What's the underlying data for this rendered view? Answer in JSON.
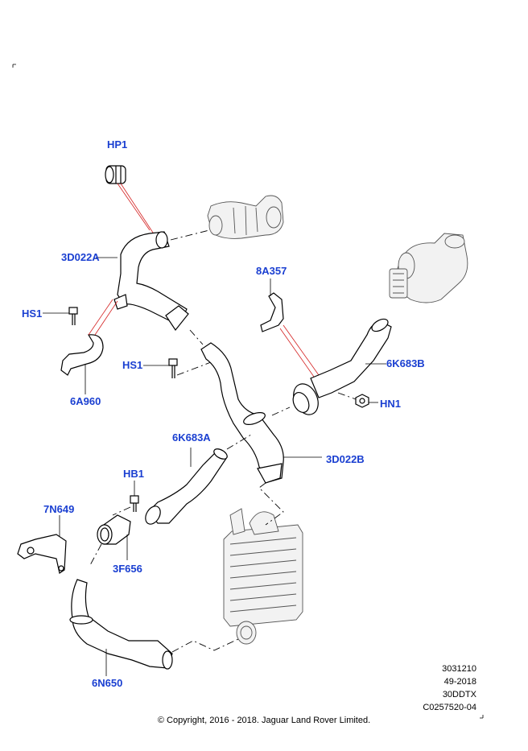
{
  "labels": {
    "hp1": "HP1",
    "d3022a": "3D022A",
    "hs1_left": "HS1",
    "a6960": "6A960",
    "hs1_mid": "HS1",
    "a8357": "8A357",
    "k6683b": "6K683B",
    "hn1": "HN1",
    "k6683a": "6K683A",
    "d3022b": "3D022B",
    "hb1": "HB1",
    "n7649": "7N649",
    "f3656": "3F656",
    "n6650": "6N650"
  },
  "reference": {
    "line1": "3031210",
    "line2": "49-2018",
    "line3": "30DDTX",
    "line4": "C0257520-04"
  },
  "copyright": "© Copyright, 2016 - 2018. Jaguar Land Rover Limited."
}
